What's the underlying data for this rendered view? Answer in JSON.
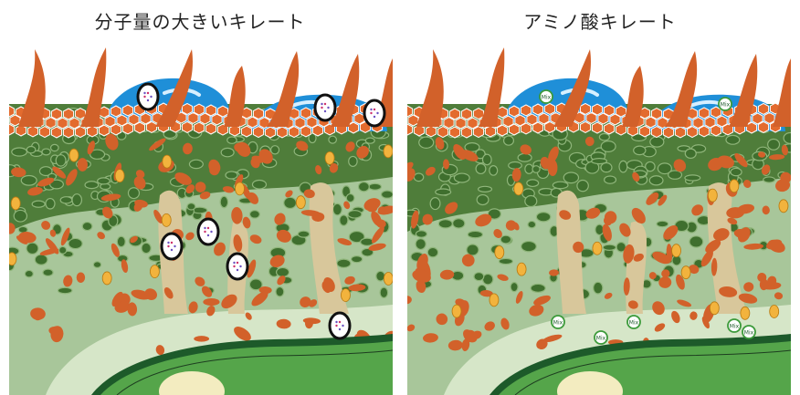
{
  "titles": {
    "left": "分子量の大きいキレート",
    "right": "アミノ酸キレート"
  },
  "labels": {
    "mix": "Mix"
  },
  "colors": {
    "root_orange": "#d2612a",
    "water_blue": "#1f8fd8",
    "soil_green": "#5f8f45",
    "green_light": "#a8c69a",
    "green_pale": "#d6e6c8",
    "stone_tan": "#d8c79b",
    "cell_green": "#2f8a3a"
  },
  "icons": {
    "large_chelate": "dotted-oval-icon",
    "amino_chelate": "mix-circle-icon"
  }
}
